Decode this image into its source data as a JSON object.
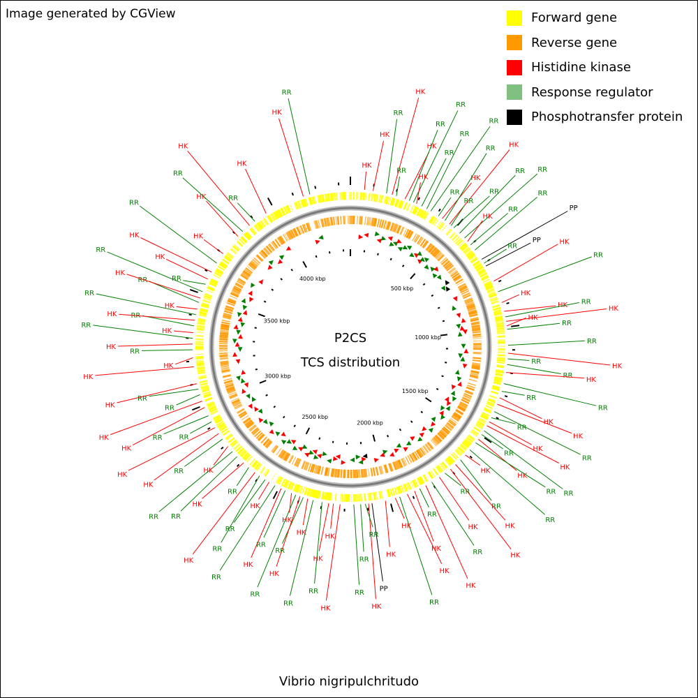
{
  "credit": "Image generated by CGView",
  "organism": "Vibrio nigripulchritudo",
  "center_title": "P2CS",
  "center_subtitle": "TCS distribution",
  "legend": [
    {
      "label": "Forward gene",
      "color": "#ffff00"
    },
    {
      "label": "Reverse gene",
      "color": "#ff9900"
    },
    {
      "label": "Histidine kinase",
      "color": "#ff0000"
    },
    {
      "label": "Response regulator",
      "color": "#7fbf7f"
    },
    {
      "label": "Phosphotransfer protein",
      "color": "#000000"
    }
  ],
  "colors": {
    "HK": "#ff0000",
    "RR": "#007f00",
    "PP": "#000000",
    "backbone": "#7a7a7a"
  },
  "genome": {
    "length_kbp": 4350,
    "ticks": [
      {
        "label": "500 kbp",
        "kbp": 500
      },
      {
        "label": "1000 kbp",
        "kbp": 1000
      },
      {
        "label": "1500 kbp",
        "kbp": 1500
      },
      {
        "label": "2000 kbp",
        "kbp": 2000
      },
      {
        "label": "2500 kbp",
        "kbp": 2500
      },
      {
        "label": "3000 kbp",
        "kbp": 3000
      },
      {
        "label": "3500 kbp",
        "kbp": 3500
      },
      {
        "label": "4000 kbp",
        "kbp": 4000
      }
    ]
  },
  "features": [
    {
      "type": "HK",
      "kbp": 62
    },
    {
      "type": "HK",
      "kbp": 100
    },
    {
      "type": "RR",
      "kbp": 160
    },
    {
      "type": "HK",
      "kbp": 185
    },
    {
      "type": "RR",
      "kbp": 205
    },
    {
      "type": "HK",
      "kbp": 245
    },
    {
      "type": "RR",
      "kbp": 265
    },
    {
      "type": "RR",
      "kbp": 285
    },
    {
      "type": "HK",
      "kbp": 300
    },
    {
      "type": "RR",
      "kbp": 325
    },
    {
      "type": "RR",
      "kbp": 350
    },
    {
      "type": "RR",
      "kbp": 370
    },
    {
      "type": "RR",
      "kbp": 410
    },
    {
      "type": "HK",
      "kbp": 430
    },
    {
      "type": "RR",
      "kbp": 445
    },
    {
      "type": "HK",
      "kbp": 470
    },
    {
      "type": "RR",
      "kbp": 480
    },
    {
      "type": "RR",
      "kbp": 495
    },
    {
      "type": "RR",
      "kbp": 530
    },
    {
      "type": "RR",
      "kbp": 560
    },
    {
      "type": "HK",
      "kbp": 580
    },
    {
      "type": "RR",
      "kbp": 600
    },
    {
      "type": "RR",
      "kbp": 630
    },
    {
      "type": "PP",
      "kbp": 680
    },
    {
      "type": "RR",
      "kbp": 700
    },
    {
      "type": "PP",
      "kbp": 715
    },
    {
      "type": "HK",
      "kbp": 790
    },
    {
      "type": "RR",
      "kbp": 840
    },
    {
      "type": "HK",
      "kbp": 890
    },
    {
      "type": "HK",
      "kbp": 930
    },
    {
      "type": "RR",
      "kbp": 955
    },
    {
      "type": "HK",
      "kbp": 975
    },
    {
      "type": "HK",
      "kbp": 995
    },
    {
      "type": "RR",
      "kbp": 1010
    },
    {
      "type": "RR",
      "kbp": 1080
    },
    {
      "type": "HK",
      "kbp": 1115
    },
    {
      "type": "RR",
      "kbp": 1140
    },
    {
      "type": "RR",
      "kbp": 1165
    },
    {
      "type": "HK",
      "kbp": 1200
    },
    {
      "type": "RR",
      "kbp": 1250
    },
    {
      "type": "RR",
      "kbp": 1285
    },
    {
      "type": "HK",
      "kbp": 1315
    },
    {
      "type": "HK",
      "kbp": 1345
    },
    {
      "type": "RR",
      "kbp": 1380
    },
    {
      "type": "RR",
      "kbp": 1410
    },
    {
      "type": "HK",
      "kbp": 1430
    },
    {
      "type": "HK",
      "kbp": 1450
    },
    {
      "type": "RR",
      "kbp": 1475
    },
    {
      "type": "RR",
      "kbp": 1495
    },
    {
      "type": "HK",
      "kbp": 1520
    },
    {
      "type": "RR",
      "kbp": 1540
    },
    {
      "type": "RR",
      "kbp": 1580
    },
    {
      "type": "HK",
      "kbp": 1610
    },
    {
      "type": "RR",
      "kbp": 1640
    },
    {
      "type": "HK",
      "kbp": 1670
    },
    {
      "type": "HK",
      "kbp": 1700
    },
    {
      "type": "RR",
      "kbp": 1730
    },
    {
      "type": "HK",
      "kbp": 1760
    },
    {
      "type": "RR",
      "kbp": 1800
    },
    {
      "type": "HK",
      "kbp": 1830
    },
    {
      "type": "RR",
      "kbp": 1860
    },
    {
      "type": "HK",
      "kbp": 1885
    },
    {
      "type": "HK",
      "kbp": 1920
    },
    {
      "type": "RR",
      "kbp": 1955
    },
    {
      "type": "HK",
      "kbp": 1975
    },
    {
      "type": "HK",
      "kbp": 2020
    },
    {
      "type": "PP",
      "kbp": 2080
    },
    {
      "type": "HK",
      "kbp": 2095
    },
    {
      "type": "RR",
      "kbp": 2110
    },
    {
      "type": "RR",
      "kbp": 2130
    },
    {
      "type": "RR",
      "kbp": 2160
    },
    {
      "type": "HK",
      "kbp": 2220
    },
    {
      "type": "HK",
      "kbp": 2250
    },
    {
      "type": "HK",
      "kbp": 2270
    },
    {
      "type": "RR",
      "kbp": 2300
    },
    {
      "type": "RR",
      "kbp": 2340
    },
    {
      "type": "HK",
      "kbp": 2365
    },
    {
      "type": "RR",
      "kbp": 2385
    },
    {
      "type": "HK",
      "kbp": 2400
    },
    {
      "type": "RR",
      "kbp": 2420
    },
    {
      "type": "HK",
      "kbp": 2440
    },
    {
      "type": "RR",
      "kbp": 2470
    },
    {
      "type": "HK",
      "kbp": 2490
    },
    {
      "type": "RR",
      "kbp": 2520
    },
    {
      "type": "HK",
      "kbp": 2550
    },
    {
      "type": "RR",
      "kbp": 2570
    },
    {
      "type": "RR",
      "kbp": 2600
    },
    {
      "type": "HK",
      "kbp": 2625
    },
    {
      "type": "RR",
      "kbp": 2660
    },
    {
      "type": "HK",
      "kbp": 2690
    },
    {
      "type": "RR",
      "kbp": 2730
    },
    {
      "type": "RR",
      "kbp": 2760
    },
    {
      "type": "HK",
      "kbp": 2790
    },
    {
      "type": "RR",
      "kbp": 2830
    },
    {
      "type": "HK",
      "kbp": 2860
    },
    {
      "type": "HK",
      "kbp": 2890
    },
    {
      "type": "RR",
      "kbp": 2920
    },
    {
      "type": "RR",
      "kbp": 2950
    },
    {
      "type": "HK",
      "kbp": 2990
    },
    {
      "type": "HK",
      "kbp": 3020
    },
    {
      "type": "RR",
      "kbp": 3050
    },
    {
      "type": "RR",
      "kbp": 3075
    },
    {
      "type": "HK",
      "kbp": 3100
    },
    {
      "type": "HK",
      "kbp": 3175
    },
    {
      "type": "HK",
      "kbp": 3215
    },
    {
      "type": "RR",
      "kbp": 3250
    },
    {
      "type": "HK",
      "kbp": 3275
    },
    {
      "type": "RR",
      "kbp": 3300
    },
    {
      "type": "HK",
      "kbp": 3325
    },
    {
      "type": "RR",
      "kbp": 3355
    },
    {
      "type": "HK",
      "kbp": 3380
    },
    {
      "type": "RR",
      "kbp": 3405
    },
    {
      "type": "HK",
      "kbp": 3430
    },
    {
      "type": "RR",
      "kbp": 3460
    },
    {
      "type": "HK",
      "kbp": 3480
    },
    {
      "type": "RR",
      "kbp": 3510
    },
    {
      "type": "RR",
      "kbp": 3545
    },
    {
      "type": "HK",
      "kbp": 3570
    },
    {
      "type": "HK",
      "kbp": 3605
    },
    {
      "type": "RR",
      "kbp": 3650
    },
    {
      "type": "HK",
      "kbp": 3700
    },
    {
      "type": "HK",
      "kbp": 3800
    },
    {
      "type": "RR",
      "kbp": 3830
    },
    {
      "type": "HK",
      "kbp": 3870
    },
    {
      "type": "RR",
      "kbp": 3900
    },
    {
      "type": "HK",
      "kbp": 3960
    },
    {
      "type": "HK",
      "kbp": 4140
    },
    {
      "type": "RR",
      "kbp": 4170
    }
  ]
}
